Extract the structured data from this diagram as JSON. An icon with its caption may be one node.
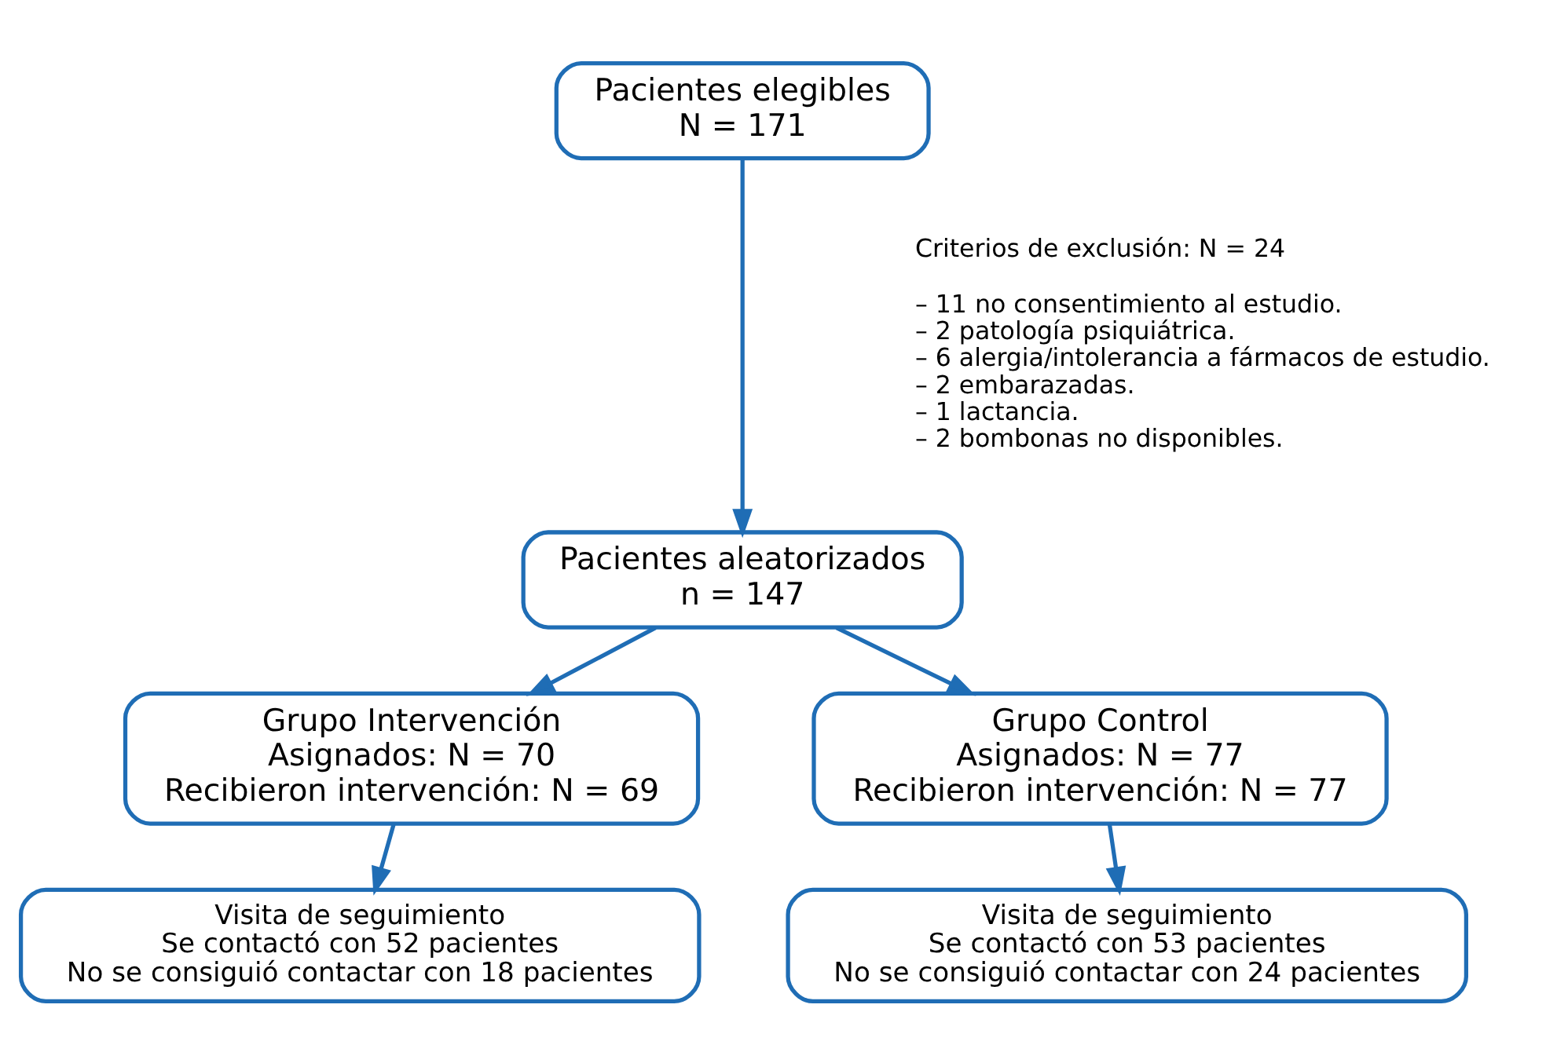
{
  "diagram": {
    "nodes": [
      {
        "text": [
          "Pacientes elegibles",
          "N = 171"
        ]
      },
      {
        "text": [
          "Pacientes aleatorizados",
          "n = 147"
        ]
      },
      {
        "text": [
          "Grupo Intervención",
          "Asignados: N = 70",
          "Recibieron intervención: N = 69"
        ]
      },
      {
        "text": [
          "Grupo Control",
          "Asignados: N = 77",
          "Recibieron intervención: N = 77"
        ]
      },
      {
        "text": [
          "Visita de seguimiento",
          "Se contactó con 52 pacientes",
          "No se consiguió contactar con 18 pacientes"
        ]
      },
      {
        "text": [
          "Visita de seguimiento",
          "Se contactó con 53 pacientes",
          "No se consiguió contactar con 24 pacientes"
        ]
      }
    ],
    "edges": [
      {
        "from": 0,
        "to": 1,
        "arrow": "to"
      },
      {
        "from": 1,
        "to": 2,
        "arrow": "to"
      },
      {
        "from": 1,
        "to": 3,
        "arrow": "to"
      },
      {
        "from": 2,
        "to": 4,
        "arrow": "to"
      },
      {
        "from": 3,
        "to": 5,
        "arrow": "to"
      }
    ],
    "labels": [
      "Criterios de exclusión: N = 24",
      "– 11 no consentimiento al estudio.",
      "– 2 patología psiquiátrica.",
      "– 6 alergia/intolerancia a fármacos de estudio.",
      "– 2 embarazadas.",
      "– 1 lactancia.",
      "– 2 bombonas no disponibles."
    ]
  }
}
